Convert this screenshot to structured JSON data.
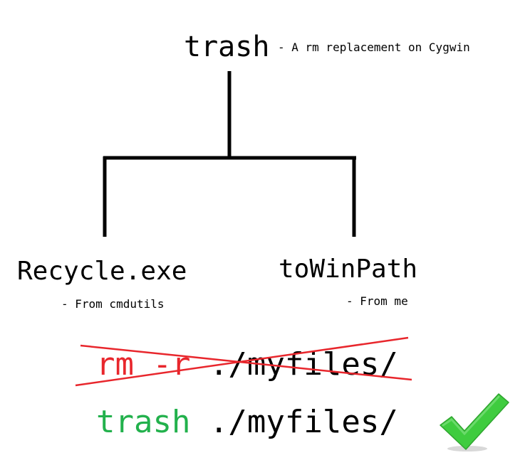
{
  "root": {
    "title": "trash",
    "description": "- A rm replacement on Cygwin"
  },
  "children": [
    {
      "title": "Recycle.exe",
      "description": "- From cmdutils"
    },
    {
      "title": "toWinPath",
      "description": "- From me"
    }
  ],
  "commands": {
    "old": {
      "prefix": "rm -r",
      "path": " ./myfiles/",
      "crossed_out": true
    },
    "new": {
      "prefix": "trash",
      "path": " ./myfiles/",
      "approved": true
    }
  },
  "colors": {
    "line": "#000000",
    "text": "#000000",
    "old_prefix": "#e8262c",
    "cross": "#e8262c",
    "new_prefix": "#22b14c",
    "check": "#3fcc3f"
  },
  "icons": {
    "approved": "check-mark-icon"
  }
}
